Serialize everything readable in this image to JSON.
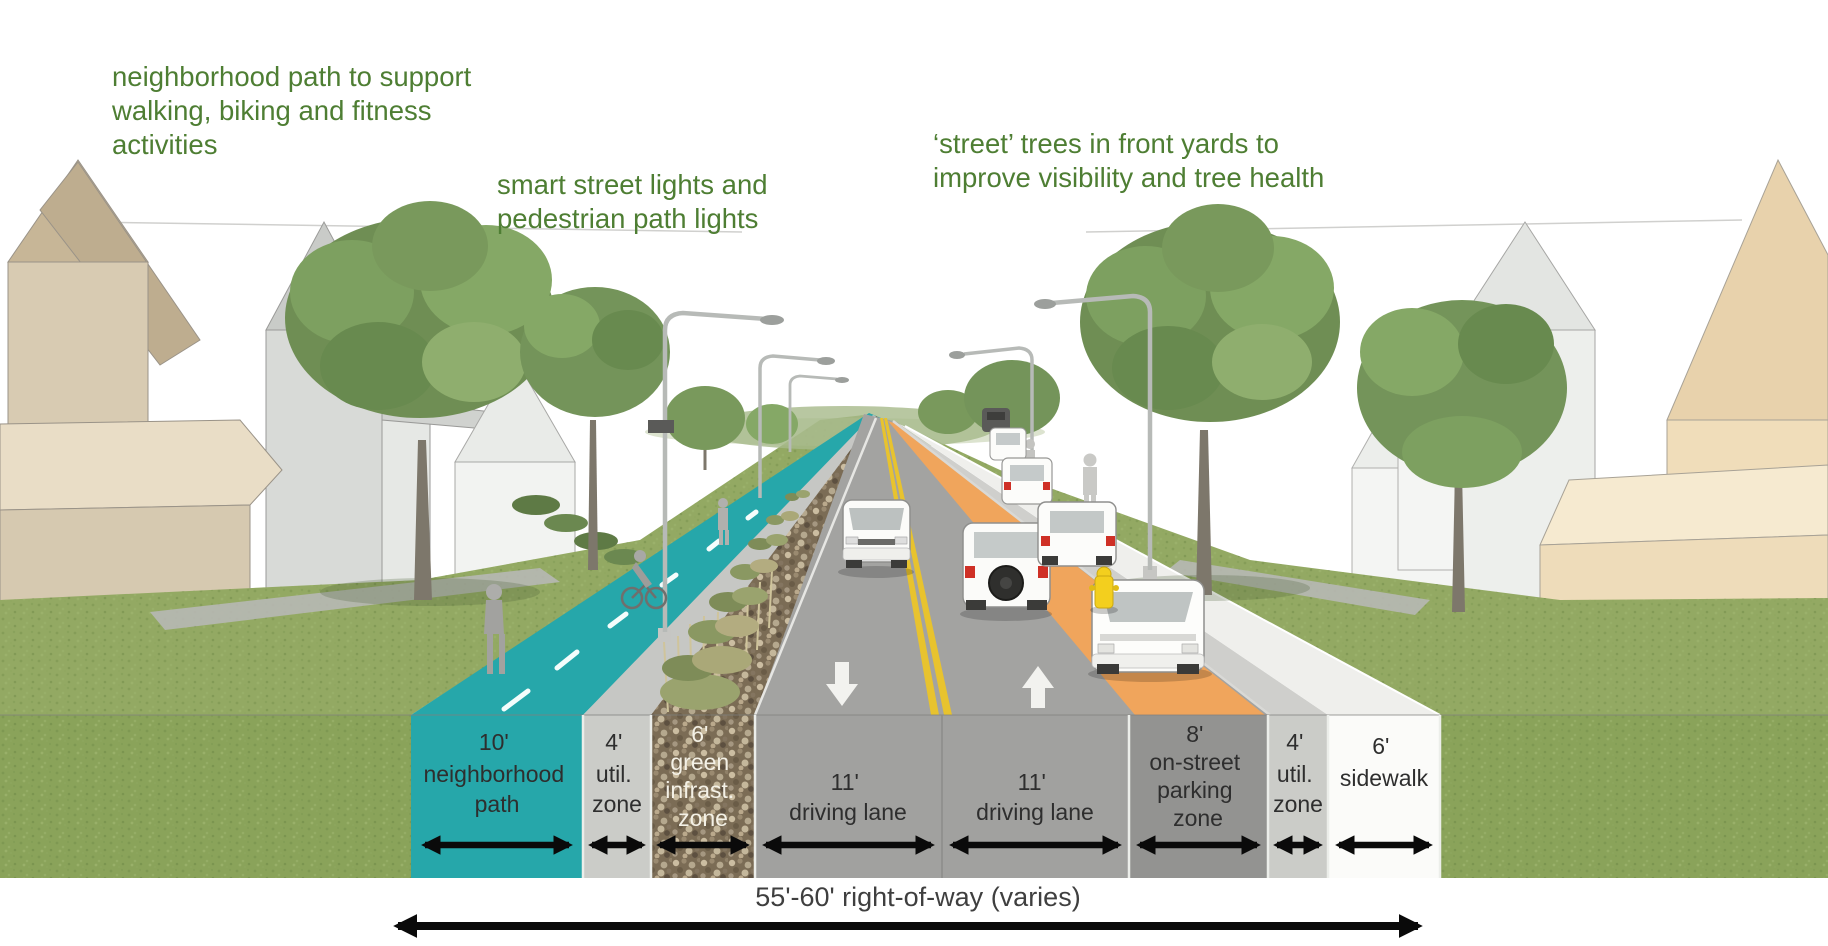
{
  "annotations": {
    "neighborhood_path": {
      "line1": "neighborhood path to support",
      "line2": "walking, biking and fitness",
      "line3": "activities"
    },
    "street_lights": {
      "line1": "smart street lights and",
      "line2": "pedestrian path lights"
    },
    "street_trees": {
      "line1": "‘street’ trees in front yards to",
      "line2": "improve visibility and tree health"
    }
  },
  "zones": [
    {
      "dim": "10'",
      "l1": "neighborhood",
      "l2": "path"
    },
    {
      "dim": "4'",
      "l1": "util.",
      "l2": "zone"
    },
    {
      "dim": "6'",
      "l1": "green",
      "l2": "infrast.",
      "l3": "zone"
    },
    {
      "dim": "11'",
      "l1": "driving lane"
    },
    {
      "dim": "11'",
      "l1": "driving lane"
    },
    {
      "dim": "8'",
      "l1": "on-street",
      "l2": "parking",
      "l3": "zone"
    },
    {
      "dim": "4'",
      "l1": "util.",
      "l2": "zone"
    },
    {
      "dim": "6'",
      "l1": "sidewalk"
    }
  ],
  "right_of_way_label": "55'-60' right-of-way (varies)",
  "colors": {
    "annotation_green": "#4e7e33",
    "path_teal": "#26a7aa",
    "parking_orange": "#f0a55c",
    "asphalt_gray": "#a1a19f",
    "utility_gray": "#cbccc8",
    "sidewalk_white": "#fbfbf9",
    "grass_green": "#8aa35a",
    "arrow_black": "#0a0a0a"
  }
}
